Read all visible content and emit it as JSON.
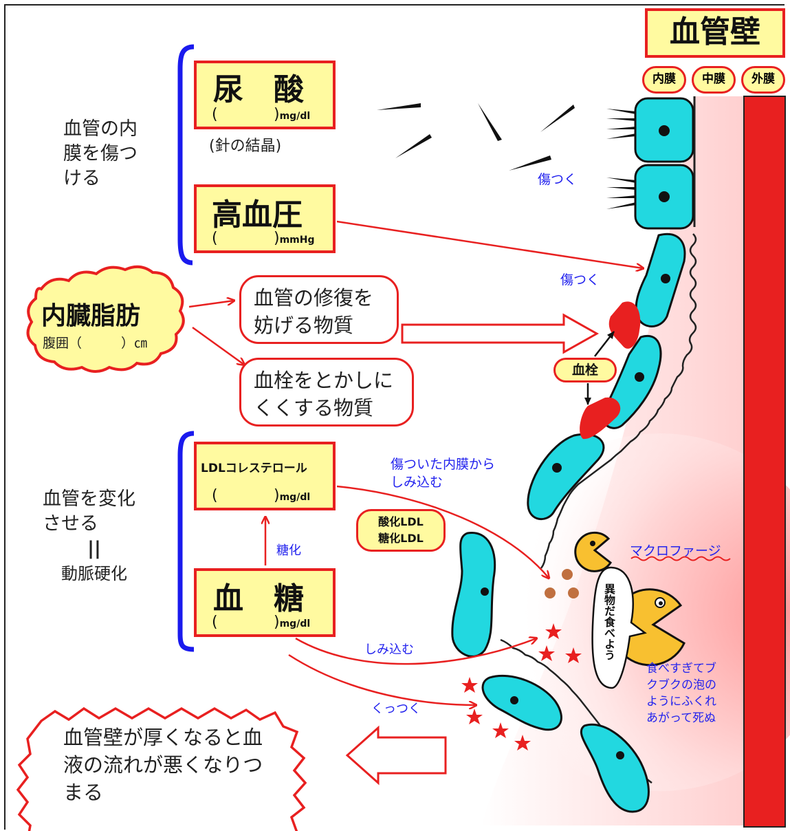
{
  "title": "血管壁",
  "layers": [
    "内膜",
    "中膜",
    "外膜"
  ],
  "boxes": {
    "uric_acid": {
      "name": "尿　酸",
      "open": "(",
      "close": ")",
      "unit": "mg/dl",
      "note": "(針の結晶)"
    },
    "blood_pressure": {
      "name": "高血圧",
      "open": "(",
      "close": ")",
      "unit": "mmHg"
    },
    "visceral_fat": {
      "name": "内臓脂肪",
      "line": "腹囲（　　　）㎝"
    },
    "ldl": {
      "name": "LDLコレステロール",
      "open": "(",
      "close": ")",
      "unit": "mg/dl"
    },
    "blood_sugar": {
      "name": "血　糖",
      "open": "(",
      "close": ")",
      "unit": "mg/dl"
    }
  },
  "side_labels": {
    "damage": [
      "血管の内",
      "膜を傷つ",
      "ける"
    ],
    "change": [
      "血管を変化",
      "させる",
      "||",
      "動脈硬化"
    ]
  },
  "bubbles": {
    "repair": [
      "血管の修復を",
      "妨げる物質"
    ],
    "clot_sub": [
      "血栓をとかしに",
      "くくする物質"
    ],
    "thrombus": "血栓",
    "oxidized": [
      "酸化LDL",
      "糖化LDL"
    ],
    "eat": "異物だ食べよう",
    "conclusion": [
      "血管壁が厚くなると血",
      "液の流れが悪くなりつ",
      "まる"
    ]
  },
  "annotations": {
    "hurt1": "傷つく",
    "hurt2": "傷つく",
    "seep_damaged": [
      "傷ついた内膜から",
      "しみ込む"
    ],
    "glycation": "糖化",
    "seep": "しみ込む",
    "stick": "くっつく",
    "macrophage": "マクロファージ",
    "burst": [
      "食べすぎてブ",
      "クブクの泡の",
      "ようにふくれ",
      "あがって死ぬ"
    ]
  },
  "colors": {
    "red": "#e82020",
    "yellow": "#fffaa0",
    "cyan": "#22d8e0",
    "blue": "#1a1aee",
    "pac": "#f8c030",
    "dot": "#c07040"
  }
}
